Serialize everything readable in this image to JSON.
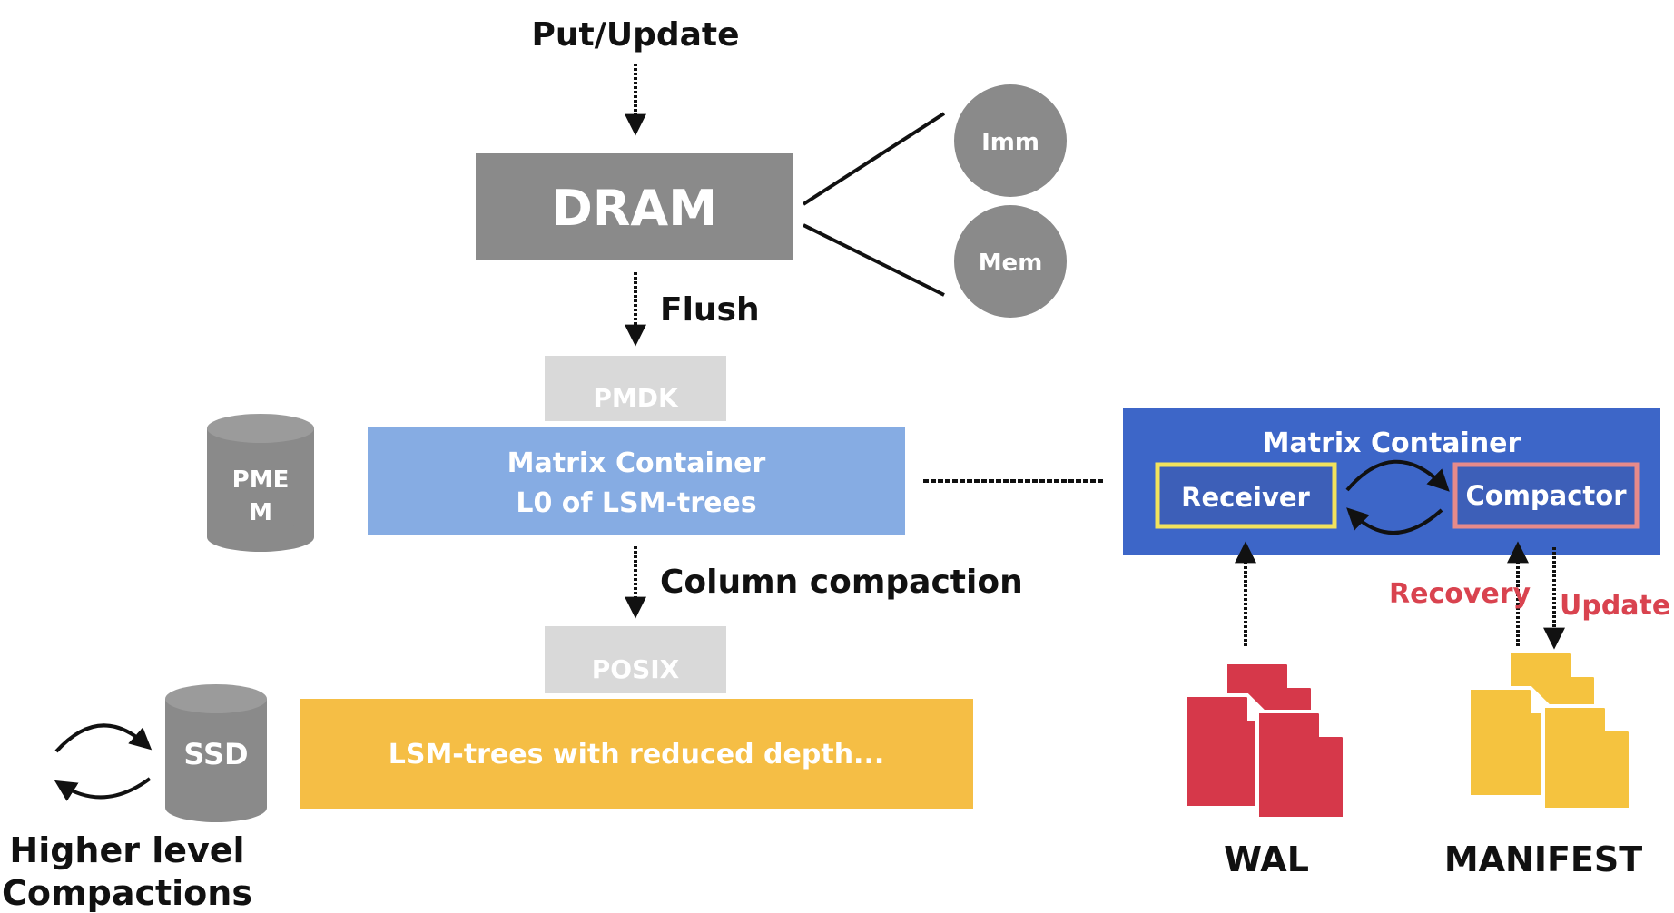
{
  "labels": {
    "put_update": "Put/Update",
    "dram": "DRAM",
    "imm": "Imm",
    "mem": "Mem",
    "flush": "Flush",
    "pmdk": "PMDK",
    "pmem_line1": "PME",
    "pmem_line2": "M",
    "l0_line1": "Matrix Container",
    "l0_line2": "L0 of LSM-trees",
    "column_compaction": "Column compaction",
    "posix": "POSIX",
    "lsm": "LSM-trees with reduced depth...",
    "ssd": "SSD",
    "higher_line1": "Higher level",
    "higher_line2": "Compactions",
    "mc_title": "Matrix Container",
    "receiver": "Receiver",
    "compactor": "Compactor",
    "recovery": "Recovery",
    "update": "Update",
    "wal": "WAL",
    "manifest": "MANIFEST"
  },
  "colors": {
    "gray": "#8a8a8a",
    "light_gray": "#d9d9d9",
    "l0_blue": "#86ace3",
    "mc_blue": "#3d66c8",
    "lsm_yellow": "#f5be45",
    "receiver_border": "#f2e35c",
    "compactor_border": "#e78a8a",
    "red_text": "#d9434f",
    "wal_red": "#d6384a",
    "manifest_yellow": "#f5c33f"
  }
}
